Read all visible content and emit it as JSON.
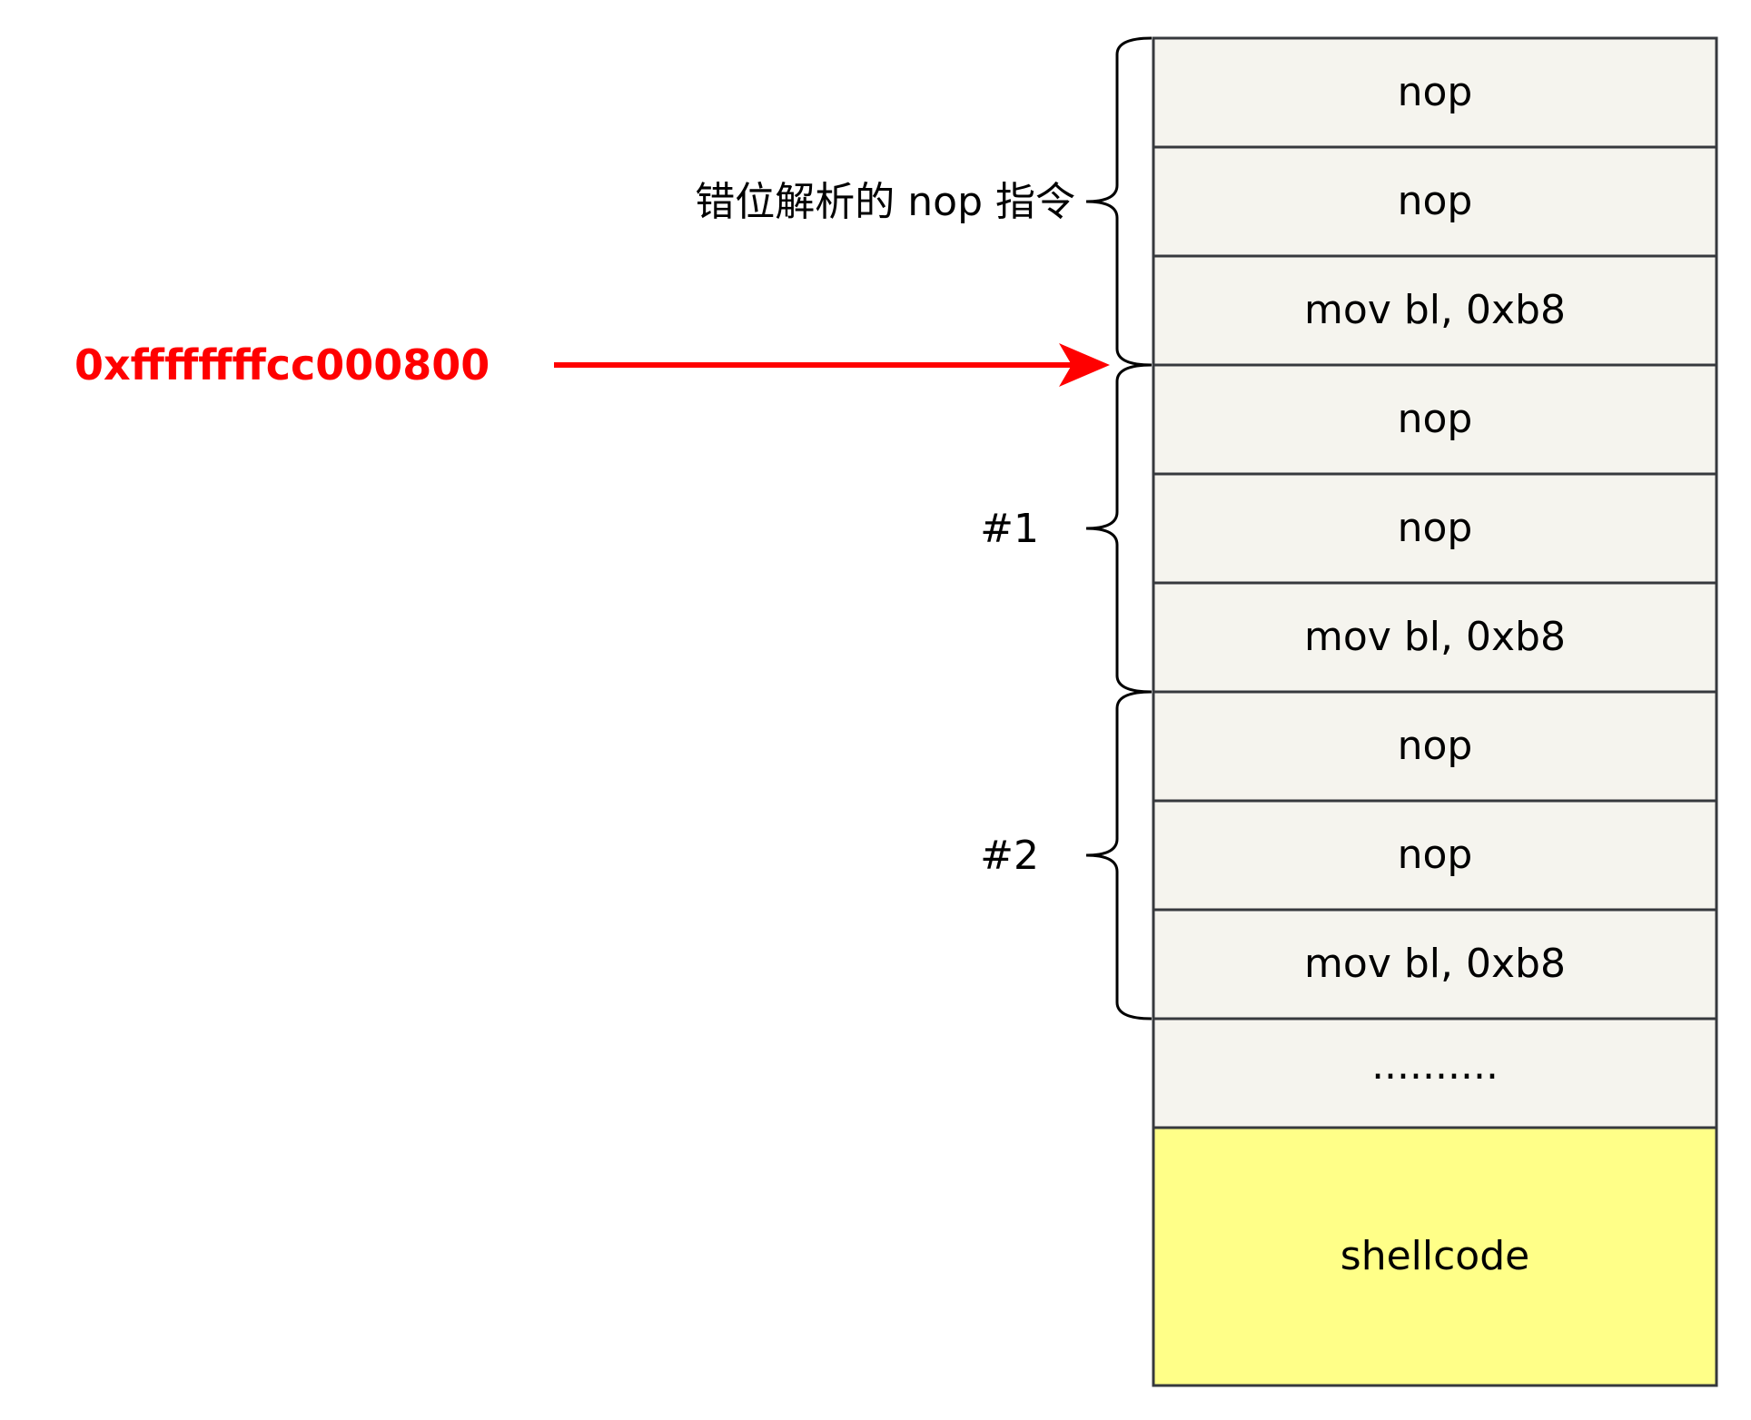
{
  "memory_cells": [
    {
      "text": "nop",
      "kind": "instr"
    },
    {
      "text": "nop",
      "kind": "instr"
    },
    {
      "text": "mov bl, 0xb8",
      "kind": "instr"
    },
    {
      "text": "nop",
      "kind": "instr"
    },
    {
      "text": "nop",
      "kind": "instr"
    },
    {
      "text": "mov bl, 0xb8",
      "kind": "instr"
    },
    {
      "text": "nop",
      "kind": "instr"
    },
    {
      "text": "nop",
      "kind": "instr"
    },
    {
      "text": "mov bl, 0xb8",
      "kind": "instr"
    },
    {
      "text": "..........",
      "kind": "ellipsis"
    },
    {
      "text": "shellcode",
      "kind": "shellcode"
    }
  ],
  "groups": [
    {
      "label": "错位解析的 nop 指令",
      "first_cell": 0,
      "last_cell": 2
    },
    {
      "label": "#1",
      "first_cell": 3,
      "last_cell": 5
    },
    {
      "label": "#2",
      "first_cell": 6,
      "last_cell": 8
    }
  ],
  "pointer": {
    "address": "0xffffffffcc000800",
    "target_boundary": 3
  },
  "colors": {
    "cell_fill": "#f5f4ee",
    "cell_stroke": "#36393d",
    "shellcode_fill": "#ffff88",
    "pointer_color": "#ff0000",
    "brace_color": "#000000"
  }
}
